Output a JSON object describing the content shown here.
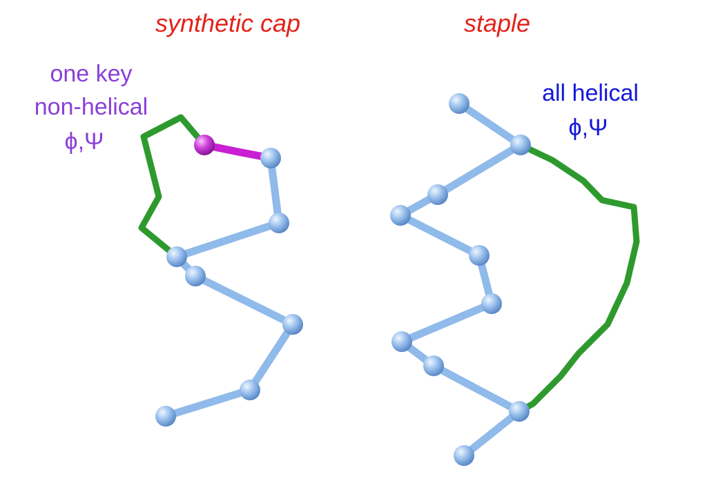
{
  "labels": {
    "left_title": "synthetic cap",
    "right_title": "staple",
    "left_note_line1": "one key",
    "left_note_line2": "non-helical",
    "left_note_line3": "ϕ,Ψ",
    "right_note_line1": "all helical",
    "right_note_line2": "ϕ,Ψ"
  },
  "colors": {
    "title": "#e2231a",
    "left_note": "#8a3fd8",
    "right_note": "#1418d8",
    "backbone": "#8fbaea",
    "atom": "#8ab6e8",
    "linker": "#2e9a2e",
    "key_atom": "#c81fd2"
  }
}
